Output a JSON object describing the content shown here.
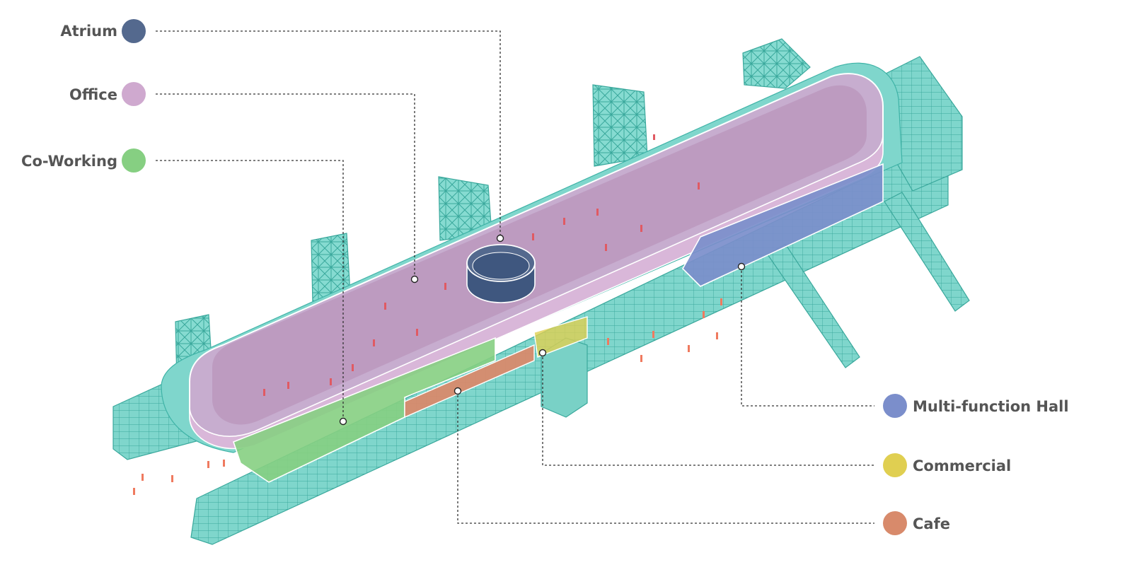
{
  "legend": {
    "left": [
      {
        "key": "atrium",
        "label": "Atrium",
        "color": "#54698e"
      },
      {
        "key": "office",
        "label": "Office",
        "color": "#cfa9cf"
      },
      {
        "key": "coworking",
        "label": "Co-Working",
        "color": "#86cf82"
      }
    ],
    "right": [
      {
        "key": "hall",
        "label": "Multi-function Hall",
        "color": "#7b8ecb"
      },
      {
        "key": "commercial",
        "label": "Commercial",
        "color": "#e0cf51"
      },
      {
        "key": "cafe",
        "label": "Cafe",
        "color": "#d88a6b"
      }
    ]
  },
  "colors": {
    "structure": "#7fd6cc",
    "structure_line": "#3fb3a7",
    "people": "#e05a63",
    "people_ground": "#ef7a5f"
  }
}
